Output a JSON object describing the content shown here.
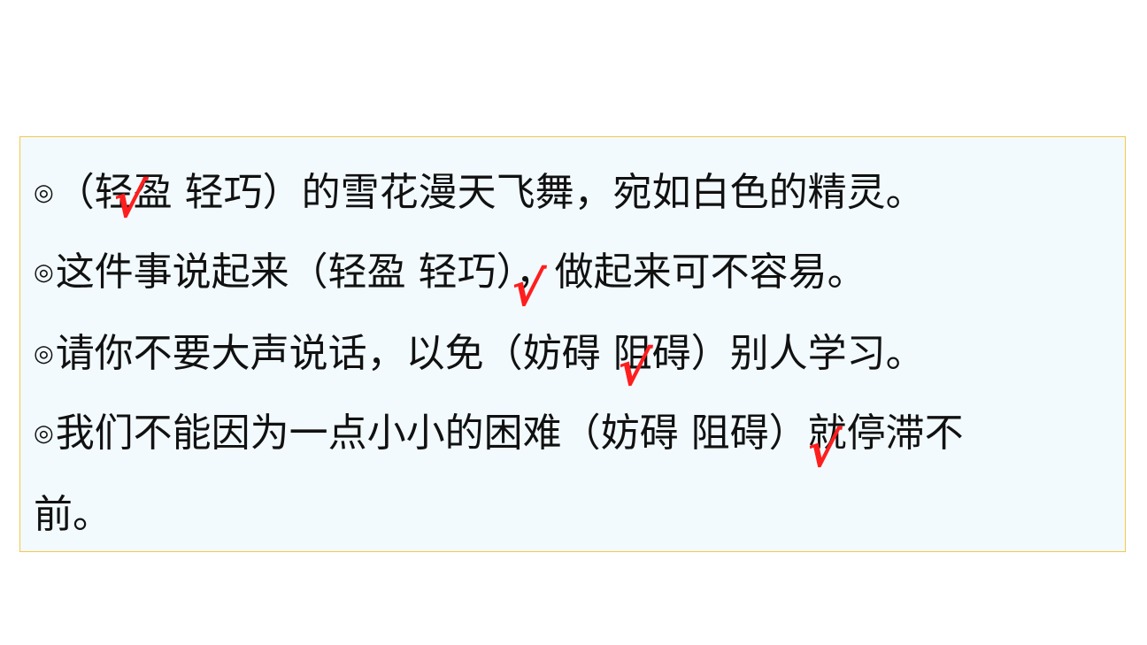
{
  "exercise": {
    "bullet_symbol": "◎",
    "check_symbol": "√",
    "check_color": "#ff1e1e",
    "border_color": "#f2c94c",
    "box_background": "#f2fafd",
    "lines": [
      "（轻盈  轻巧）的雪花漫天飞舞，宛如白色的精灵。",
      "这件事说起来（轻盈  轻巧），做起来可不容易。",
      "请你不要大声说话，以免（妨碍 阻碍）别人学习。",
      "我们不能因为一点小小的困难（妨碍 阻碍）就停滞不",
      "前。"
    ]
  }
}
